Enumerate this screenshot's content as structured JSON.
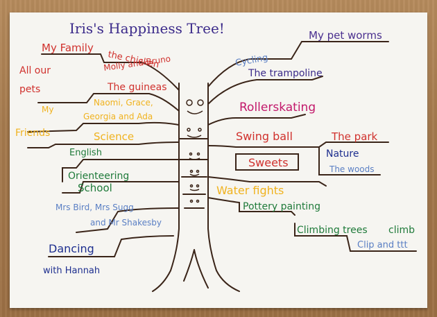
{
  "title": "Iris's Happiness Tree!",
  "left_branches": [
    {
      "text": "My Family",
      "color": "#d0312d"
    },
    {
      "text": "the chicken",
      "color": "#d0312d"
    },
    {
      "text": "Molly and Bruno",
      "color": "#d0312d"
    },
    {
      "text": "All our",
      "color": "#d0312d"
    },
    {
      "text": "pets",
      "color": "#d0312d"
    },
    {
      "text": "The guineas",
      "color": "#d0312d"
    },
    {
      "text": "Naomi, Grace,",
      "color": "#f0b21e"
    },
    {
      "text": "My",
      "color": "#f0b21e"
    },
    {
      "text": "Georgia and Ada",
      "color": "#f0b21e"
    },
    {
      "text": "Friends",
      "color": "#f0b21e"
    },
    {
      "text": "Science",
      "color": "#f0b21e"
    },
    {
      "text": "English",
      "color": "#1f7a3a"
    },
    {
      "text": "Orienteering",
      "color": "#1f7a3a"
    },
    {
      "text": "School",
      "color": "#1f7a3a"
    },
    {
      "text": "Mrs Bird, Mrs Sugg",
      "color": "#5a7fc4"
    },
    {
      "text": "and Mr Shakesby",
      "color": "#5a7fc4"
    },
    {
      "text": "Dancing",
      "color": "#1e2f8f"
    },
    {
      "text": "with Hannah",
      "color": "#1e2f8f"
    }
  ],
  "right_branches": [
    {
      "text": "My pet worms",
      "color": "#4a2f8f"
    },
    {
      "text": "Cycling",
      "color": "#5a7fc4"
    },
    {
      "text": "The trampoline",
      "color": "#3b2a8a"
    },
    {
      "text": "Rollerskating",
      "color": "#c2186b"
    },
    {
      "text": "Swing ball",
      "color": "#d0312d"
    },
    {
      "text": "The park",
      "color": "#d0312d"
    },
    {
      "text": "Nature",
      "color": "#1e2f8f"
    },
    {
      "text": "Sweets",
      "color": "#d0312d"
    },
    {
      "text": "The woods",
      "color": "#5a7fc4"
    },
    {
      "text": "Water fights",
      "color": "#f0b21e"
    },
    {
      "text": "Pottery painting",
      "color": "#1f7a3a"
    },
    {
      "text": "Climbing trees",
      "color": "#1f7a3a"
    },
    {
      "text": "climb",
      "color": "#1f7a3a"
    },
    {
      "text": "Clip and ttt",
      "color": "#5a7fc4"
    }
  ],
  "colors": {
    "ink": "#3a2418",
    "paper": "#f6f5f1",
    "title": "#3b2a8a"
  }
}
